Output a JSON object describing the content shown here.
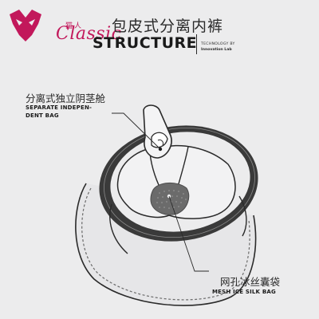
{
  "brand": {
    "name_cn": "猫人",
    "name_script": "Classic",
    "logo_icon": "cat-head-logo-icon",
    "accent_color": "#c2185b"
  },
  "header": {
    "title_cn": "包皮式分离内裤",
    "title_en": "STRUCTURE",
    "tech_line_1": "TECHNOLOGY BY",
    "tech_line_2": "Innovation Lab"
  },
  "callouts": [
    {
      "label_cn": "分离式独立阴茎舱",
      "label_en_line_1": "SEPARATE INDEPEN-",
      "label_en_line_2": "DENT BAG"
    },
    {
      "label_cn": "网孔冰丝囊袋",
      "label_en_line_1": "MESH ICE SILK BAG"
    }
  ],
  "colors": {
    "background": "#ececed",
    "waistband": "#3a3a3a",
    "outline": "#2a2a2a",
    "mesh_pad": "#6b6b6b"
  }
}
